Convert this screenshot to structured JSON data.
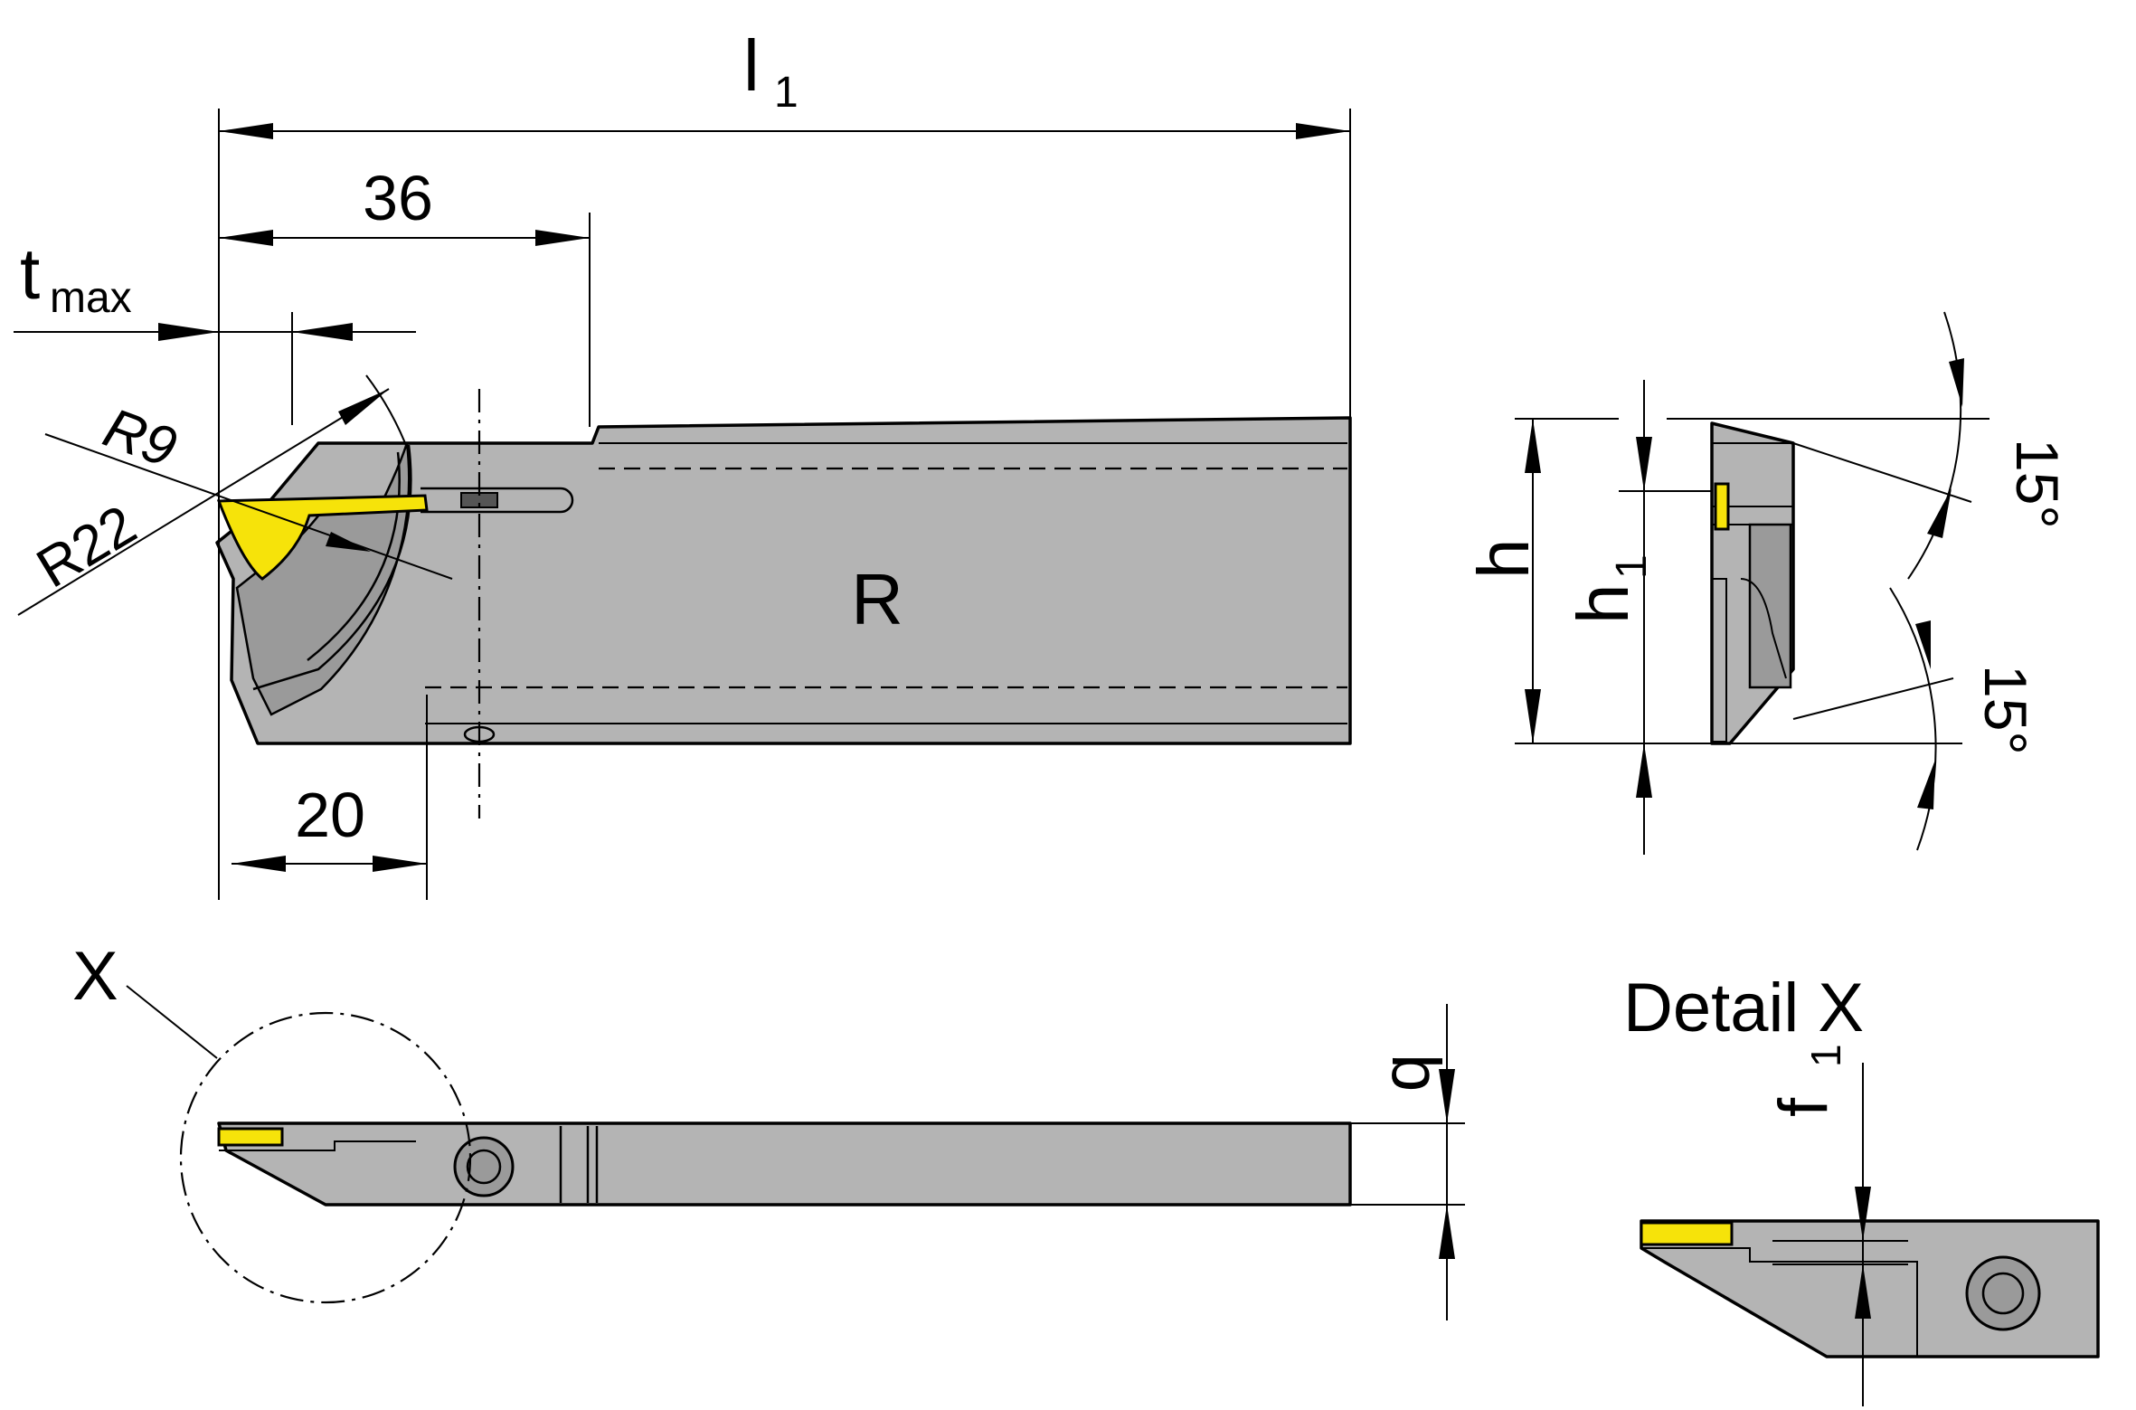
{
  "labels": {
    "l1_main": "l",
    "l1_sub": "1",
    "dim_36": "36",
    "tmax_main": "t",
    "tmax_sub": "max",
    "r9": "R9",
    "r22": "R22",
    "hand": "R",
    "dim_20": "20",
    "h": "h",
    "h1_main": "h",
    "h1_sub": "1",
    "angle_top": "15°",
    "angle_bottom": "15°",
    "x_marker": "X",
    "b": "b",
    "detail_title": "Detail X",
    "f1_main": "f",
    "f1_sub": "1"
  },
  "colors": {
    "body": "#b4b4b4",
    "body_dark": "#9a9a9a",
    "insert": "#f6e30a",
    "line": "#000000"
  }
}
